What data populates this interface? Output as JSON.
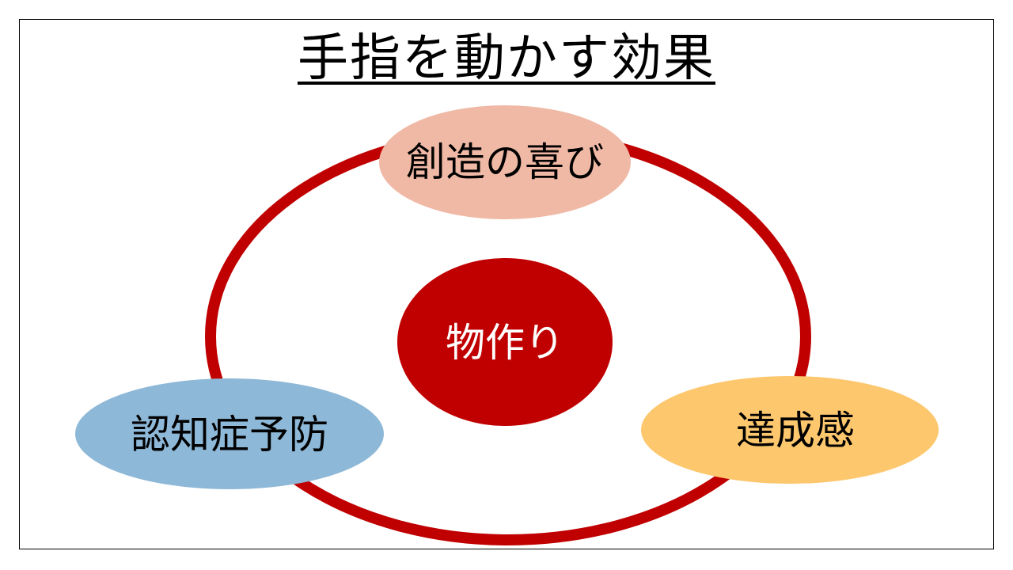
{
  "title": "手指を動かす効果",
  "nodes": {
    "center": {
      "label": "物作り",
      "fill": "#C00000",
      "text_color": "#FFFFFF"
    },
    "top": {
      "label": "創造の喜び",
      "fill": "#F0B9A6",
      "text_color": "#000000"
    },
    "left": {
      "label": "認知症予防",
      "fill": "#8EB8D7",
      "text_color": "#000000"
    },
    "right": {
      "label": "達成感",
      "fill": "#FDC76E",
      "text_color": "#000000"
    }
  },
  "colors": {
    "ring": "#C00000",
    "frame": "#000000",
    "background": "#FFFFFF"
  }
}
